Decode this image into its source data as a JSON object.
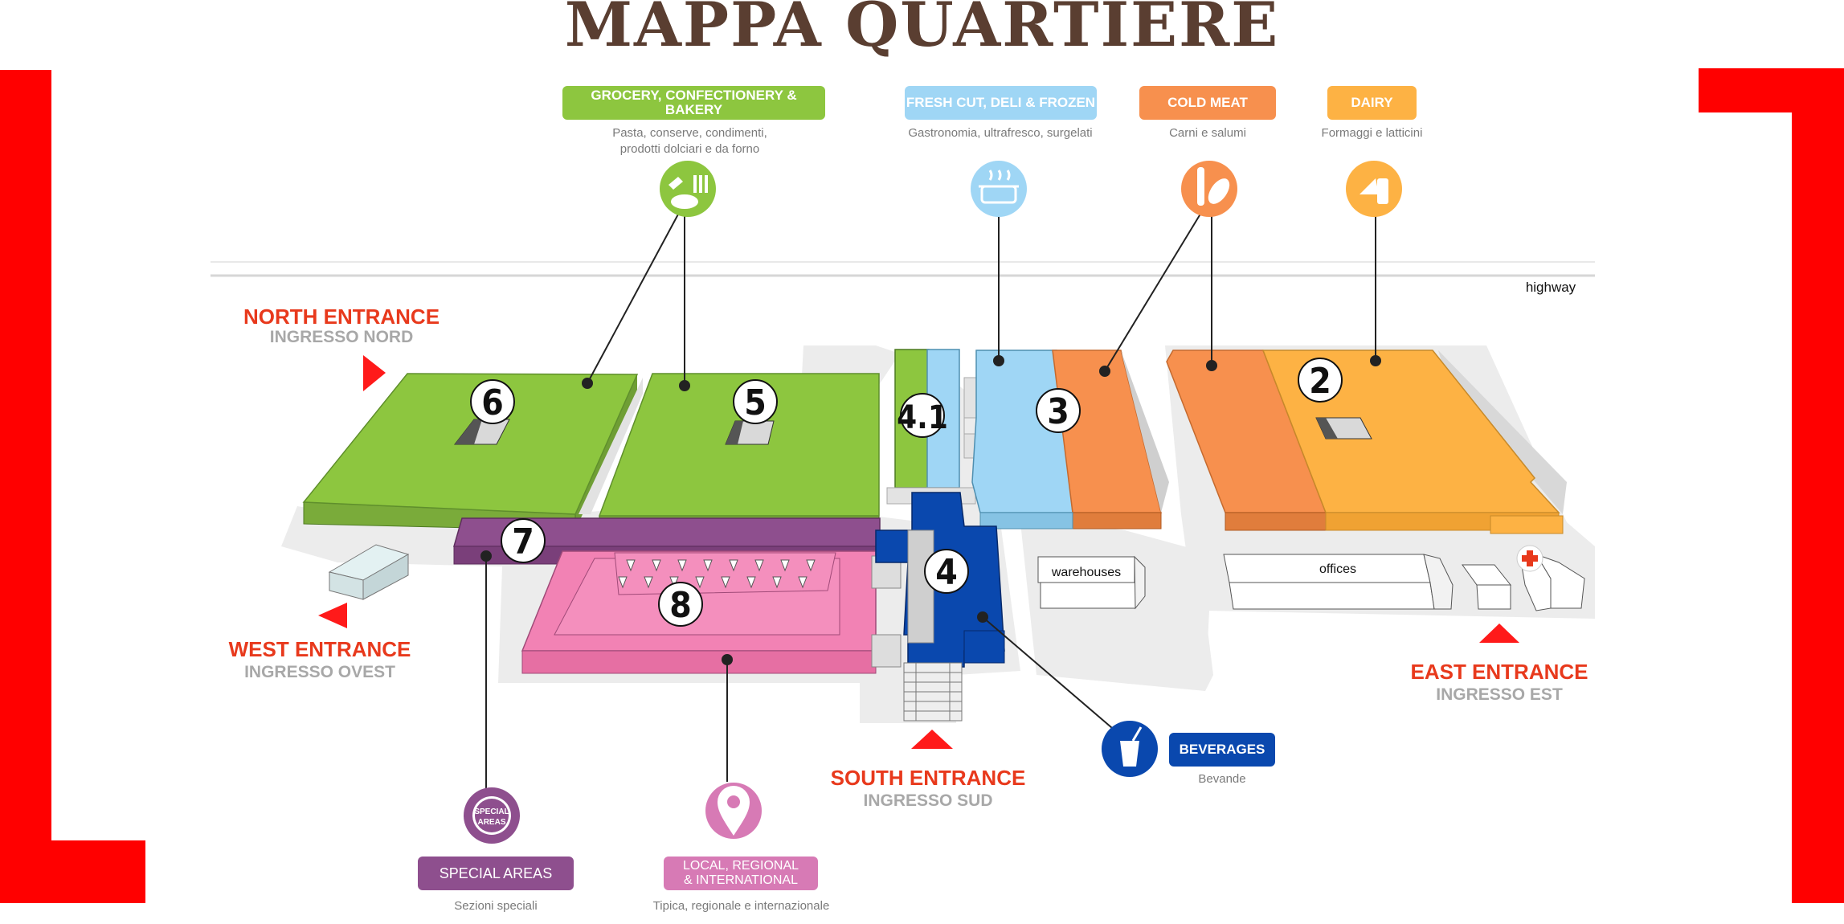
{
  "title": "MAPPA QUARTIERE",
  "colors": {
    "title": "#5a3e31",
    "frame": "#ff0000",
    "entrance": "#e8391c",
    "entrance_sub": "#a8a8a8",
    "grocery": "#8dc63f",
    "fresh": "#9fd6f5",
    "cold_meat": "#f7904e",
    "dairy": "#fdb244",
    "special": "#8e4f8e",
    "local": "#f282b4",
    "beverages": "#0a3fa0"
  },
  "categories": {
    "grocery": {
      "label": "GROCERY, CONFECTIONERY & BAKERY",
      "sub_line1": "Pasta, conserve, condimenti,",
      "sub_line2": "prodotti dolciari e da forno",
      "icon": "bakery-icon"
    },
    "fresh": {
      "label": "FRESH CUT, DELI & FROZEN",
      "sub": "Gastronomia, ultrafresco, surgelati",
      "icon": "frozen-food-tray-icon"
    },
    "cold_meat": {
      "label": "COLD MEAT",
      "sub": "Carni e salumi",
      "icon": "salami-icon"
    },
    "dairy": {
      "label": "DAIRY",
      "sub": "Formaggi e latticini",
      "icon": "cheese-milk-icon"
    },
    "special": {
      "label": "SPECIAL  AREAS",
      "sub": "Sezioni speciali",
      "badge_line1": "SPECIAL",
      "badge_line2": "AREAS",
      "icon": "special-areas-badge-icon"
    },
    "local": {
      "label_line1": "LOCAL, REGIONAL",
      "label_line2": "& INTERNATIONAL",
      "sub": "Tipica, regionale e internazionale",
      "icon": "map-pin-icon"
    },
    "beverages": {
      "label": "BEVERAGES",
      "sub": "Bevande",
      "icon": "drink-cup-icon"
    }
  },
  "entrances": {
    "north": {
      "en": "NORTH  ENTRANCE",
      "it": "INGRESSO NORD"
    },
    "west": {
      "en": "WEST ENTRANCE",
      "it": "INGRESSO OVEST"
    },
    "south": {
      "en": "SOUTH ENTRANCE",
      "it": "INGRESSO SUD"
    },
    "east": {
      "en": "EAST ENTRANCE",
      "it": "INGRESSO EST"
    }
  },
  "places": {
    "highway": "highway",
    "warehouses": "warehouses",
    "offices": "offices"
  },
  "pavilions": {
    "p6": "6",
    "p5": "5",
    "p41": "4.1",
    "p3": "3",
    "p2": "2",
    "p7": "7",
    "p8": "8",
    "p4": "4"
  }
}
